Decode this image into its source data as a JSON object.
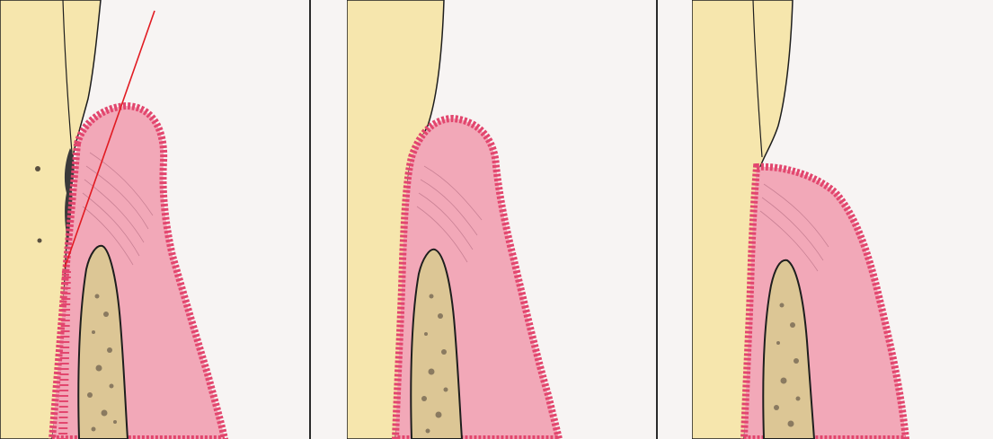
{
  "figure": {
    "panels": [
      {
        "id": "panel-1",
        "shows_red_line": true,
        "shows_calculus": true
      },
      {
        "id": "panel-2",
        "shows_red_line": false,
        "shows_calculus": false
      },
      {
        "id": "panel-3",
        "shows_red_line": false,
        "shows_calculus": false
      }
    ],
    "colors": {
      "tooth": "#f6e6ad",
      "gingiva": "#f2a8b8",
      "gingiva_edge": "#e2466e",
      "bone": "#dcc695",
      "bone_dots": "#8a7a60",
      "outline": "#1e1e1e",
      "red_line": "#e11b22",
      "background": "#f7f4f3"
    }
  }
}
